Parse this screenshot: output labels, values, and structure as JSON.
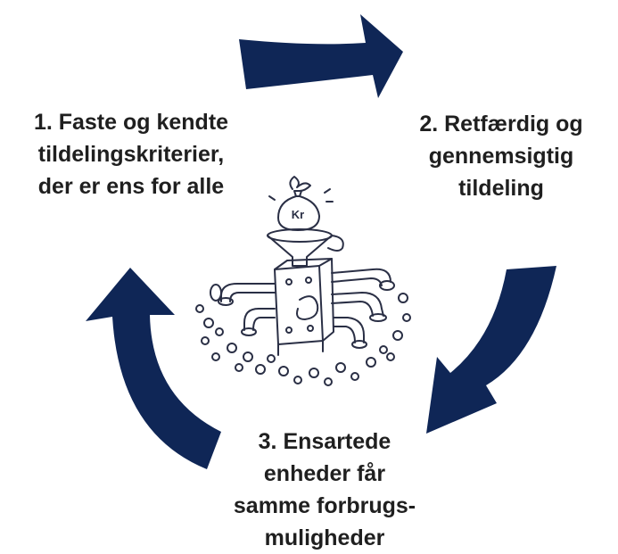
{
  "steps": [
    {
      "lines": [
        "1. Faste og kendte",
        "tildelingskriterier,",
        "der er ens for alle"
      ]
    },
    {
      "lines": [
        "2. Retfærdig og",
        "gennemsigtig",
        "tildeling"
      ]
    },
    {
      "lines": [
        "3. Ensartede",
        "enheder får",
        "samme forbrugs-",
        "muligheder"
      ]
    }
  ],
  "illustration": {
    "bag_label": "Kr"
  },
  "colors": {
    "arrow": "#0f2656",
    "text": "#1f1f1f",
    "sketch": "#2a2f45"
  }
}
